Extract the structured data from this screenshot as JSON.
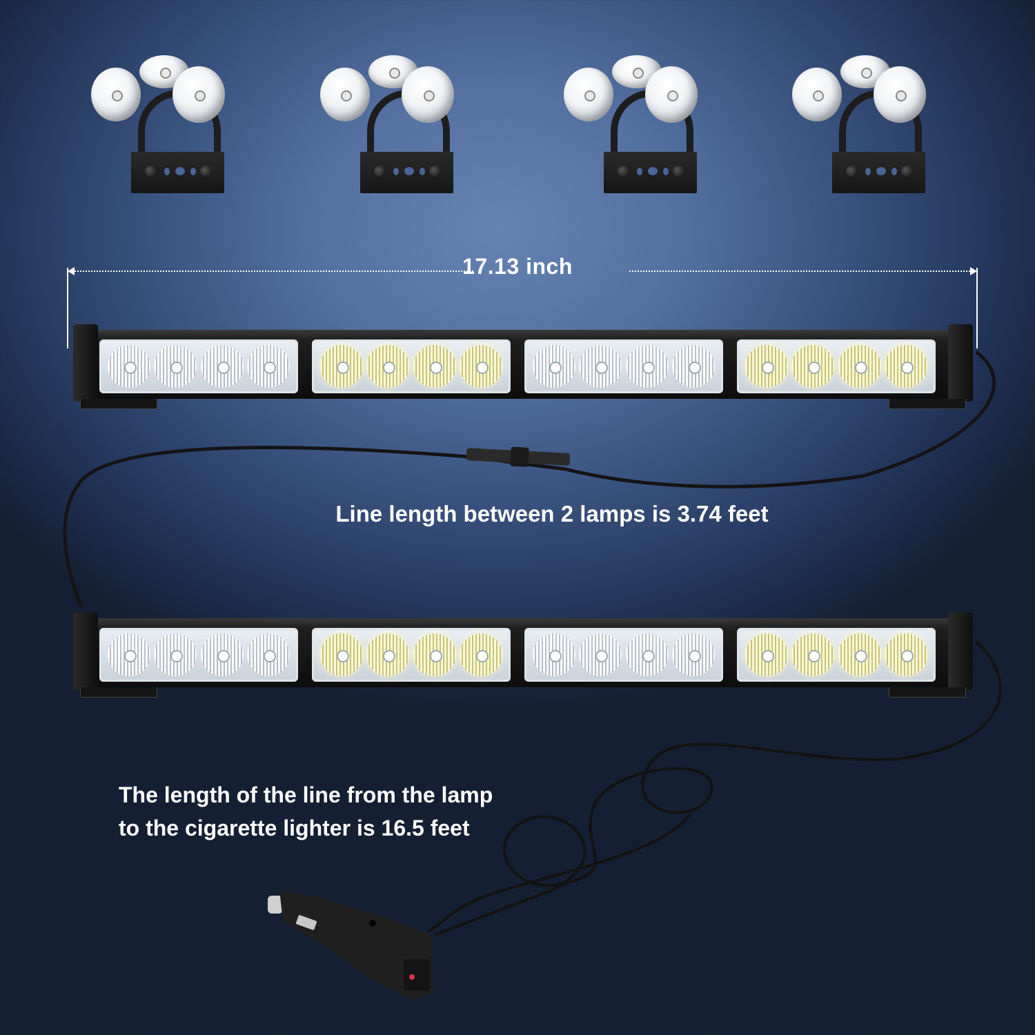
{
  "dimension": {
    "bar_width_label": "17.13 inch"
  },
  "notes": {
    "between_lamps": "Line length between 2 lamps is 3.74 feet",
    "to_lighter_line1": "The length of the line from the lamp",
    "to_lighter_line2": "to the cigarette lighter is 16.5 feet"
  },
  "components": {
    "mounts": [
      {
        "name": "suction-mount-1"
      },
      {
        "name": "suction-mount-2"
      },
      {
        "name": "suction-mount-3"
      },
      {
        "name": "suction-mount-4"
      }
    ],
    "light_bars": [
      {
        "name": "light-bar-top",
        "modules": [
          "white",
          "amber",
          "white",
          "amber"
        ],
        "leds_per_module": 4
      },
      {
        "name": "light-bar-bottom",
        "modules": [
          "white",
          "amber",
          "white",
          "amber"
        ],
        "leds_per_module": 4
      }
    ],
    "plug": "cigarette-lighter-plug-with-switch"
  },
  "colors": {
    "background_center": "#6683b2",
    "background_edge": "#141f33",
    "text": "#ffffff",
    "bar_body": "#111111",
    "led_amber": "#f6f2c8",
    "switch_indicator": "#d9364a"
  }
}
